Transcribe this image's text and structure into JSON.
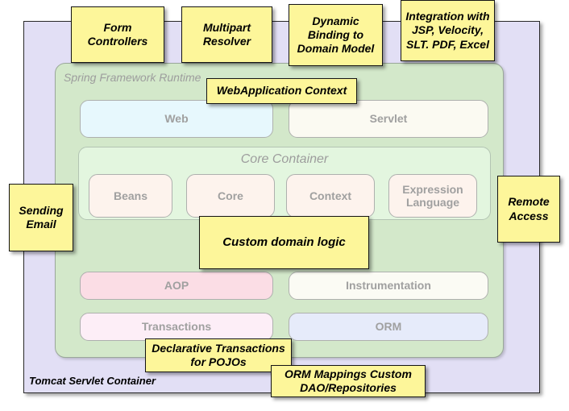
{
  "diagram": {
    "title": "Spring Framework Runtime architecture with annotations",
    "colors": {
      "tomcat_purple": "#e2dff5",
      "spring_green": "#d3e8ca",
      "core_container_green": "#e3f6df",
      "note_yellow": "#fdf69a",
      "module_label_gray": "#a0a0a0",
      "panel_title_gray": "#9d9d9d",
      "border_dark": "#2a2a2a"
    },
    "outer_container": {
      "label": "Tomcat Servlet Container"
    },
    "spring_panel": {
      "label": "Spring Framework Runtime"
    },
    "core_container": {
      "label": "Core Container",
      "modules": [
        {
          "label": "Beans",
          "color": "#fdf3ed"
        },
        {
          "label": "Core",
          "color": "#fdf3ed"
        },
        {
          "label": "Context",
          "color": "#fdf3ed"
        },
        {
          "label": "Expression Language",
          "color": "#fdf3ed"
        }
      ]
    },
    "web_tier": [
      {
        "label": "Web",
        "color": "#e7f8fd"
      },
      {
        "label": "Servlet",
        "color": "#fbfaf2"
      }
    ],
    "lower_tier": [
      {
        "label": "AOP",
        "color": "#fbdde5"
      },
      {
        "label": "Instrumentation",
        "color": "#fbfbf4"
      },
      {
        "label": "Transactions",
        "color": "#fdeef7"
      },
      {
        "label": "ORM",
        "color": "#e6ebfa"
      }
    ],
    "notes": [
      {
        "id": "form-controllers",
        "text": "Form Controllers"
      },
      {
        "id": "multipart-resolver",
        "text": "Multipart Resolver"
      },
      {
        "id": "dynamic-binding",
        "text": "Dynamic Binding to Domain Model"
      },
      {
        "id": "integration",
        "text": "Integration with JSP, Velocity, SLT. PDF, Excel"
      },
      {
        "id": "webapplication-context",
        "text": "WebApplication Context"
      },
      {
        "id": "sending-email",
        "text": "Sending Email"
      },
      {
        "id": "remote-access",
        "text": "Remote Access"
      },
      {
        "id": "custom-domain-logic",
        "text": "Custom domain logic"
      },
      {
        "id": "declarative-transactions",
        "text": "Declarative Transactions for POJOs"
      },
      {
        "id": "orm-mappings",
        "text": "ORM Mappings Custom DAO/Repositories"
      }
    ]
  }
}
